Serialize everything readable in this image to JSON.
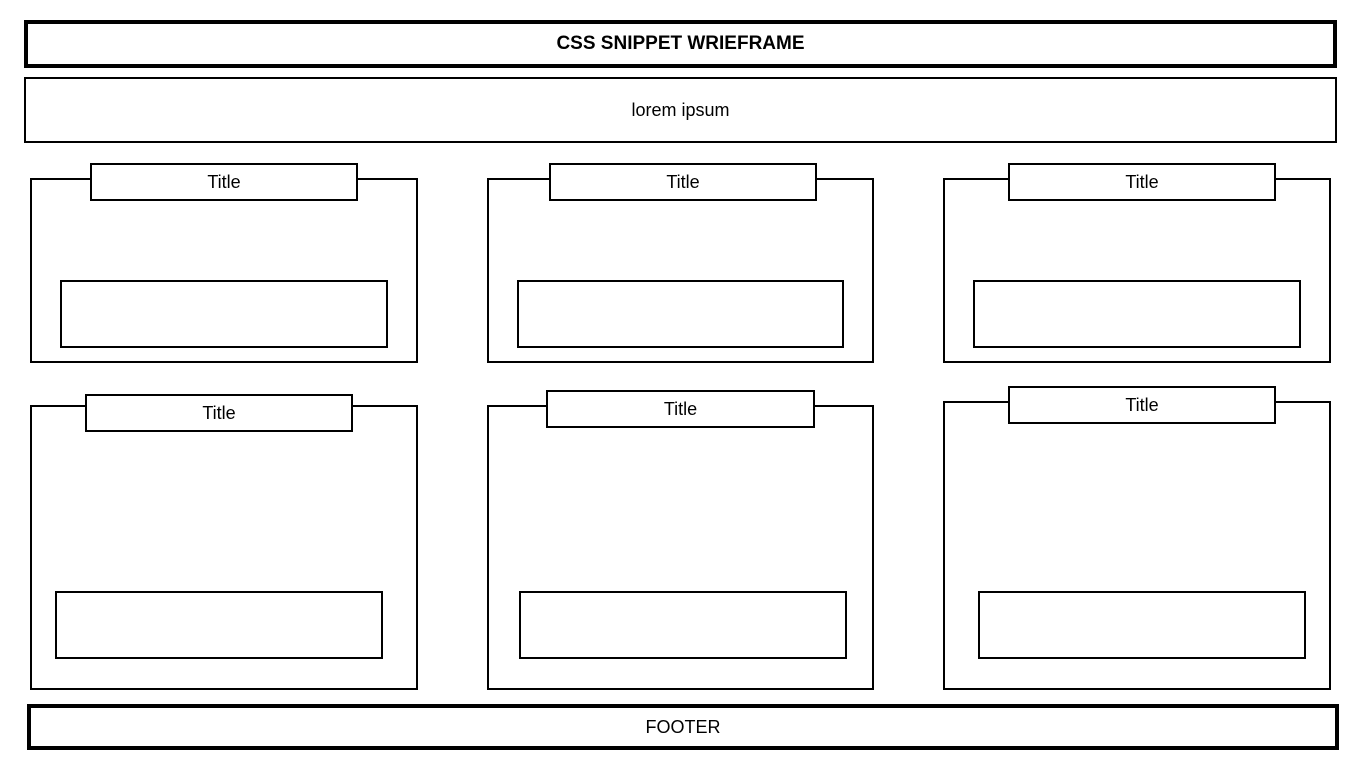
{
  "header": {
    "title": "CSS SNIPPET WRIEFRAME"
  },
  "banner": {
    "text": "lorem ipsum"
  },
  "cards": [
    {
      "title": "Title"
    },
    {
      "title": "Title"
    },
    {
      "title": "Title"
    },
    {
      "title": "Title"
    },
    {
      "title": "Title"
    },
    {
      "title": "Title"
    }
  ],
  "footer": {
    "text": "FOOTER"
  }
}
